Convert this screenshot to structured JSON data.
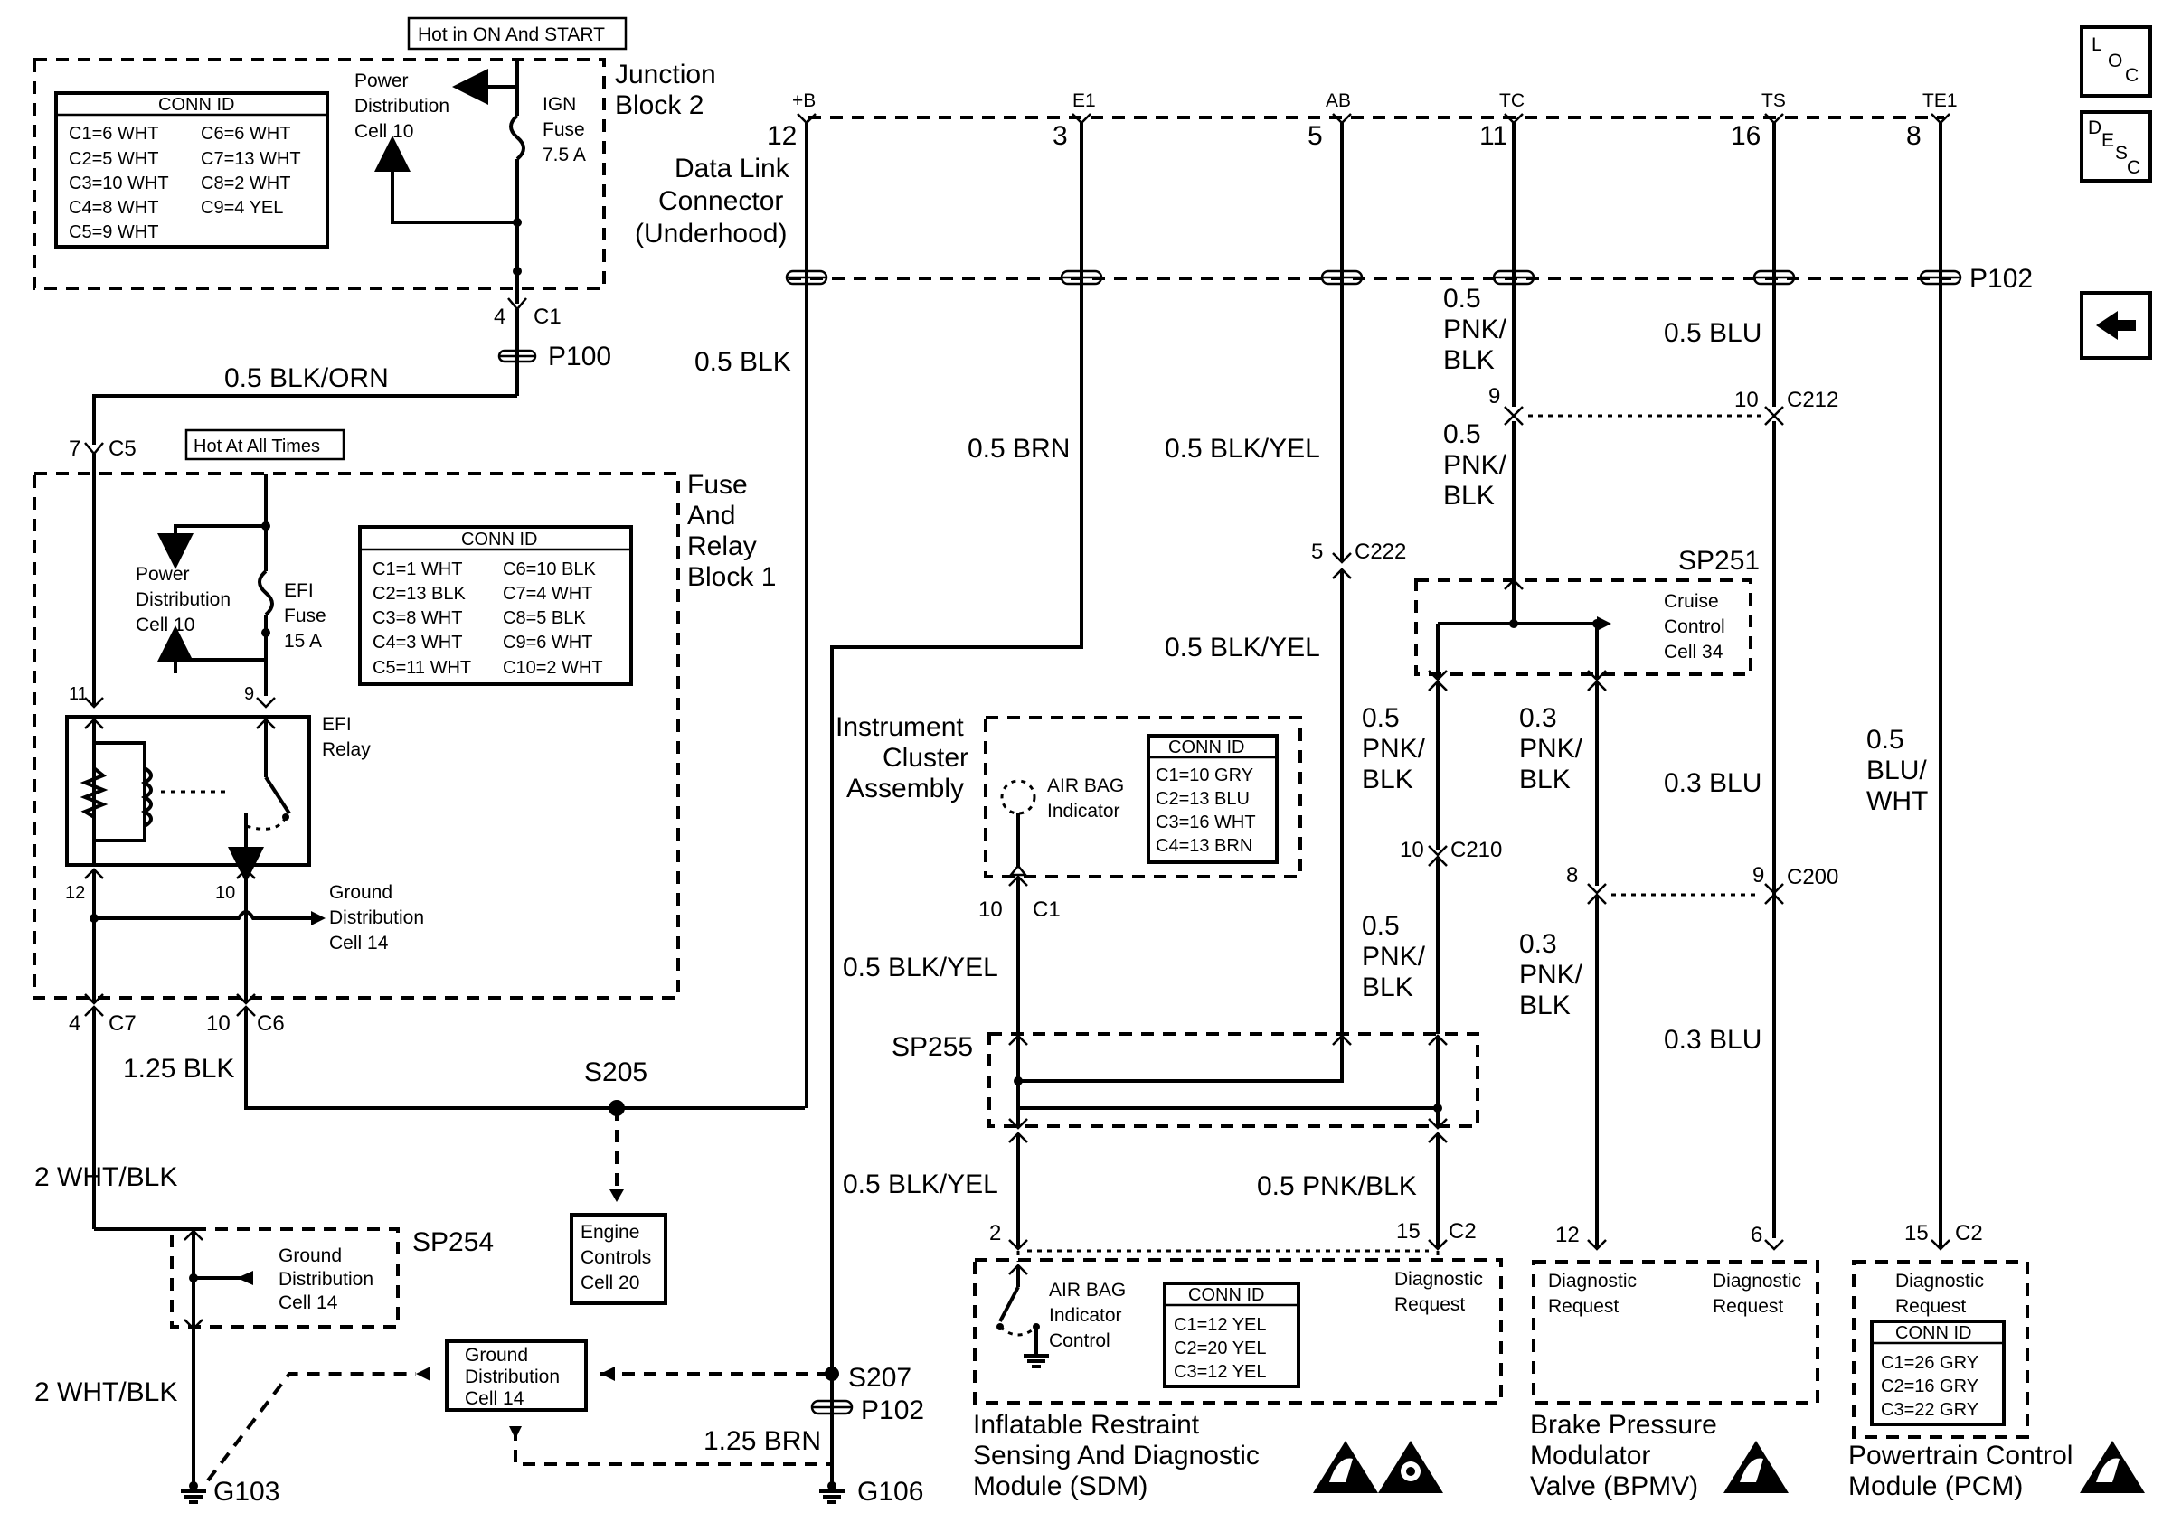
{
  "nav": {
    "loc_label": [
      "L",
      "O",
      "C"
    ],
    "desc_label": [
      "D",
      "E",
      "S",
      "C"
    ],
    "back_icon": "left-arrow-icon"
  },
  "junction_block_2": {
    "title": [
      "Junction",
      "Block 2"
    ],
    "hot_label": "Hot in ON And START",
    "conn_id_title": "CONN ID",
    "conn_ids": [
      "C1=6 WHT",
      "C2=5 WHT",
      "C3=10 WHT",
      "C4=8 WHT",
      "C5=9 WHT",
      "C6=6 WHT",
      "C7=13 WHT",
      "C8=2 WHT",
      "C9=4 YEL"
    ],
    "power_dist": [
      "Power",
      "Distribution",
      "Cell 10"
    ],
    "fuse": [
      "IGN",
      "Fuse",
      "7.5 A"
    ],
    "pin": "4",
    "connector": "C1"
  },
  "p100": "P100",
  "wire_blk_orn": "0.5 BLK/ORN",
  "fuse_relay_block_1": {
    "title": [
      "Fuse",
      "And",
      "Relay",
      "Block 1"
    ],
    "hot_label": "Hot At All Times",
    "conn_id_title": "CONN ID",
    "conn_ids": [
      "C1=1 WHT",
      "C2=13 BLK",
      "C3=8 WHT",
      "C4=3 WHT",
      "C5=11 WHT",
      "C6=10 BLK",
      "C7=4 WHT",
      "C8=5 BLK",
      "C9=6 WHT",
      "C10=2 WHT"
    ],
    "power_dist": [
      "Power",
      "Distribution",
      "Cell 10"
    ],
    "fuse": [
      "EFI",
      "Fuse",
      "15 A"
    ],
    "relay": [
      "EFI",
      "Relay"
    ],
    "ground_dist": [
      "Ground",
      "Distribution",
      "Cell 14"
    ],
    "pins": {
      "p11": "11",
      "p9": "9",
      "p12": "12",
      "p10": "10"
    },
    "c5_pin": "7",
    "c5": "C5",
    "c7_pin": "4",
    "c7": "C7",
    "c6_pin": "10",
    "c6": "C6"
  },
  "dlc": {
    "title": [
      "Data Link",
      "Connector",
      "(Underhood)"
    ],
    "terminals": [
      {
        "name": "+B",
        "pin": "12"
      },
      {
        "name": "E1",
        "pin": "3"
      },
      {
        "name": "AB",
        "pin": "5"
      },
      {
        "name": "TC",
        "pin": "11"
      },
      {
        "name": "TS",
        "pin": "16"
      },
      {
        "name": "TE1",
        "pin": "8"
      }
    ]
  },
  "p102": "P102",
  "wires": {
    "w_05_blk": "0.5 BLK",
    "w_05_brn": "0.5 BRN",
    "w_05_blk_yel_a": "0.5 BLK/YEL",
    "w_05_blk_yel_b": "0.5 BLK/YEL",
    "w_05_blk_yel_c": "0.5 BLK/YEL",
    "w_05_blk_yel_d": "0.5 BLK/YEL",
    "w_pnk_blk_top": [
      "0.5",
      "PNK/",
      "BLK"
    ],
    "w_pnk_blk_mid": [
      "0.5",
      "PNK/",
      "BLK"
    ],
    "w_pnk_blk_left": [
      "0.5",
      "PNK/",
      "BLK"
    ],
    "w_pnk_blk_left2": [
      "0.5",
      "PNK/",
      "BLK"
    ],
    "w_03_pnk_blk": [
      "0.3",
      "PNK/",
      "BLK"
    ],
    "w_03_pnk_blk2": [
      "0.3",
      "PNK/",
      "BLK"
    ],
    "w_05_pnk_blk_bottom": "0.5 PNK/BLK",
    "w_05_blu": "0.5 BLU",
    "w_03_blu_a": "0.3 BLU",
    "w_03_blu_b": "0.3 BLU",
    "w_05_blu_wht": [
      "0.5",
      "BLU/",
      "WHT"
    ],
    "w_125_blk": "1.25 BLK",
    "w_2_wht_blk_a": "2 WHT/BLK",
    "w_2_wht_blk_b": "2 WHT/BLK",
    "w_125_brn": "1.25 BRN"
  },
  "connectors": {
    "c212_pin_l": "9",
    "c212_pin_r": "10",
    "c212": "C212",
    "c222_pin": "5",
    "c222": "C222",
    "c210_pin": "10",
    "c210": "C210",
    "c200_pin_l": "8",
    "c200_pin_r": "9",
    "c200": "C200",
    "ic_c1_pin": "10",
    "ic_c1": "C1",
    "sdm_pin_l": "2",
    "sdm_pin_r": "15",
    "sdm_c2": "C2",
    "bpmv_pin_l": "12",
    "bpmv_pin_r": "6",
    "pcm_pin": "15",
    "pcm_c2": "C2"
  },
  "splices": {
    "sp251": "SP251",
    "sp255": "SP255",
    "sp254": "SP254",
    "s205": "S205",
    "s207": "S207"
  },
  "cruise_control": [
    "Cruise",
    "Control",
    "Cell 34"
  ],
  "instrument_cluster": {
    "title": [
      "Instrument",
      "Cluster",
      "Assembly"
    ],
    "indicator": [
      "AIR BAG",
      "Indicator"
    ],
    "conn_id_title": "CONN ID",
    "conn_ids": [
      "C1=10 GRY",
      "C2=13 BLU",
      "C3=16 WHT",
      "C4=13 BRN"
    ]
  },
  "engine_controls": [
    "Engine",
    "Controls",
    "Cell 20"
  ],
  "ground_dist_sp254": [
    "Ground",
    "Distribution",
    "Cell 14"
  ],
  "ground_dist_bottom": [
    "Ground",
    "Distribution",
    "Cell 14"
  ],
  "grounds": {
    "g103": "G103",
    "g106": "G106"
  },
  "sdm": {
    "title": [
      "Inflatable Restraint",
      "Sensing And Diagnostic",
      "Module (SDM)"
    ],
    "indicator_control": [
      "AIR BAG",
      "Indicator",
      "Control"
    ],
    "diag": [
      "Diagnostic",
      "Request"
    ],
    "conn_id_title": "CONN ID",
    "conn_ids": [
      "C1=12 YEL",
      "C2=20 YEL",
      "C3=12 YEL"
    ]
  },
  "bpmv": {
    "title": [
      "Brake Pressure",
      "Modulator",
      "Valve (BPMV)"
    ],
    "diag_left": [
      "Diagnostic",
      "Request"
    ],
    "diag_right": [
      "Diagnostic",
      "Request"
    ]
  },
  "pcm": {
    "title": [
      "Powertrain Control",
      "Module (PCM)"
    ],
    "diag": [
      "Diagnostic",
      "Request"
    ],
    "conn_id_title": "CONN ID",
    "conn_ids": [
      "C1=26 GRY",
      "C2=16 GRY",
      "C3=22 GRY"
    ]
  }
}
